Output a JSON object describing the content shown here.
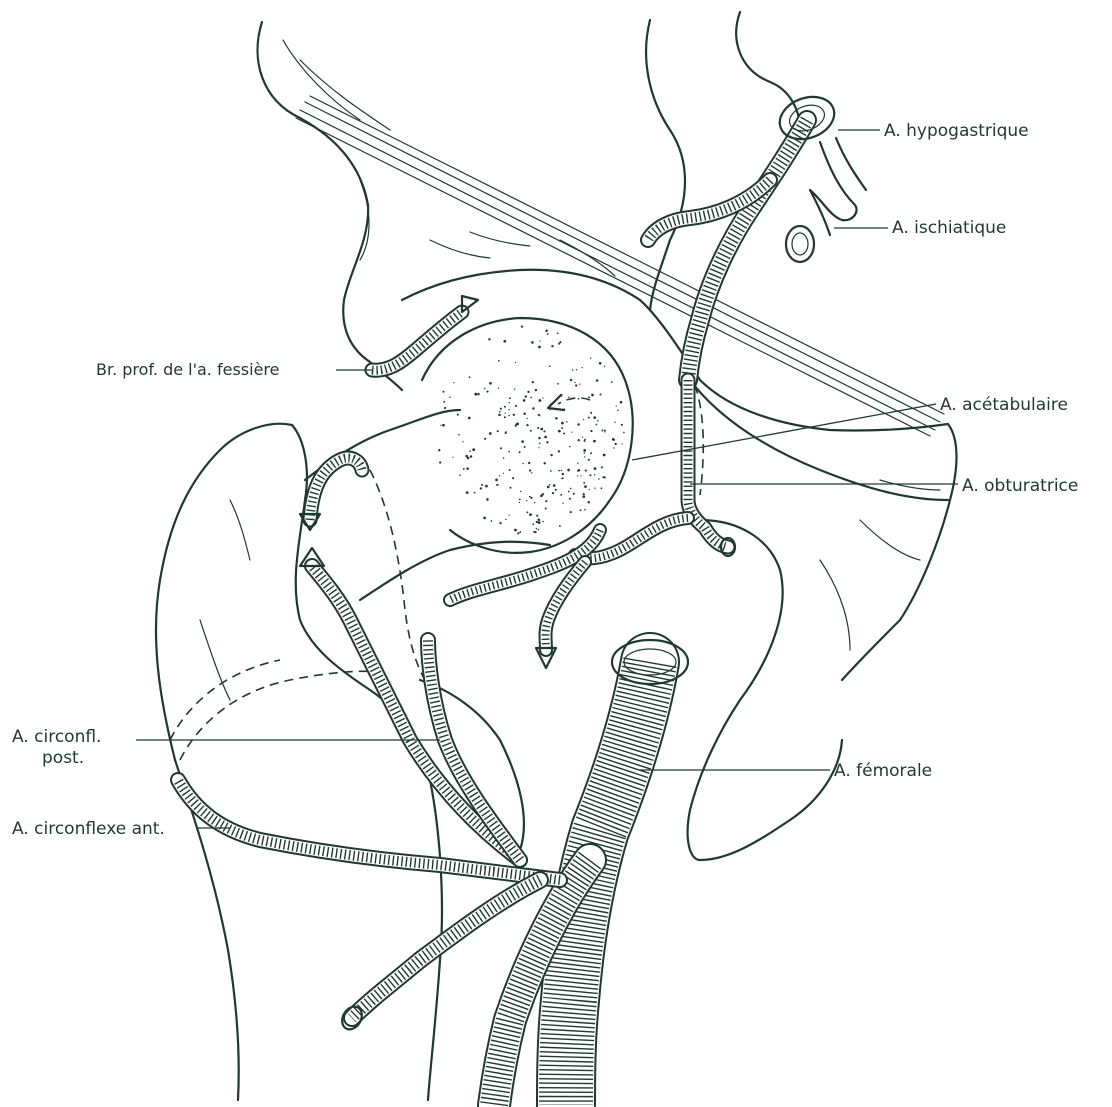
{
  "figure": {
    "labels": {
      "hypogastrique": "A. hypogastrique",
      "ischiatique": "A. ischiatique",
      "fessiere": "Br. prof. de l'a. fessière",
      "acetabulaire": "A. acétabulaire",
      "obturatrice": "A. obturatrice",
      "circonfl_post_1": "A. circonfl.",
      "circonfl_post_2": "post.",
      "femorale": "A. fémorale",
      "circonflexe_ant": "A. circonflexe ant."
    }
  },
  "colors": {
    "ink": "#1f3a2c",
    "paper": "#ffffff"
  }
}
